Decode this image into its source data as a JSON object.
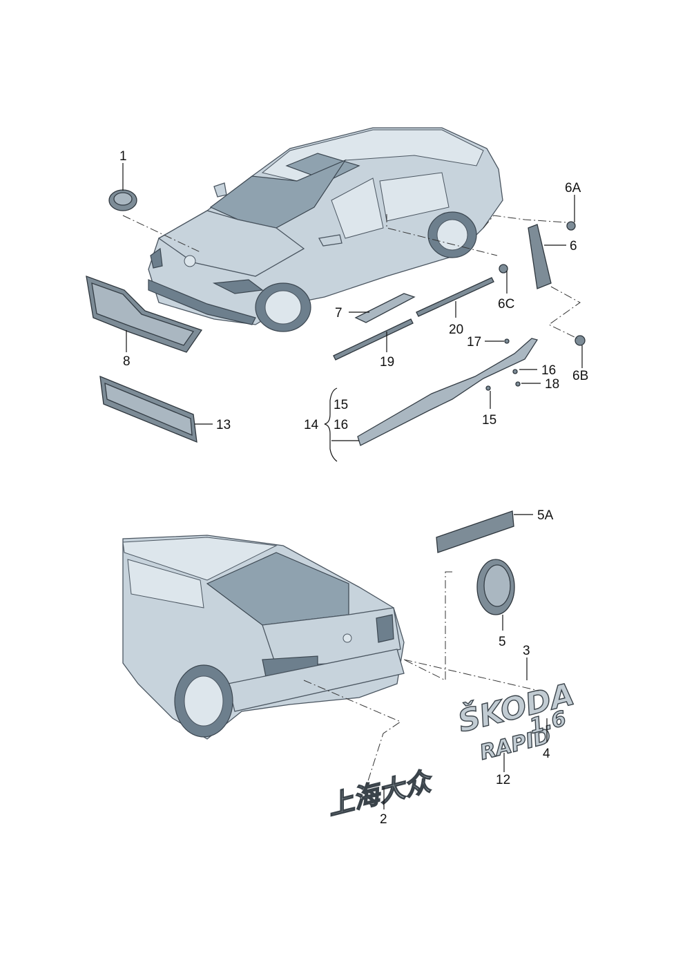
{
  "callouts": {
    "c1": "1",
    "c6A": "6A",
    "c6": "6",
    "c6C": "6C",
    "c6B": "6B",
    "c7": "7",
    "c20": "20",
    "c8": "8",
    "c19": "19",
    "c17": "17",
    "c16a": "16",
    "c18": "18",
    "c13": "13",
    "c15a": "15",
    "c14": "14",
    "c16b": "16",
    "c15b": "15",
    "c5A": "5A",
    "c5": "5",
    "c3": "3",
    "c4": "4",
    "c12": "12",
    "c2": "2"
  },
  "badges": {
    "skoda": "ŠKODA",
    "rapid": "RAPID",
    "engine": "1.6",
    "chinese": "上海大众"
  },
  "colors": {
    "car_body": "#c7d3dc",
    "part_fill": "#aab7c1",
    "line": "#111111"
  }
}
